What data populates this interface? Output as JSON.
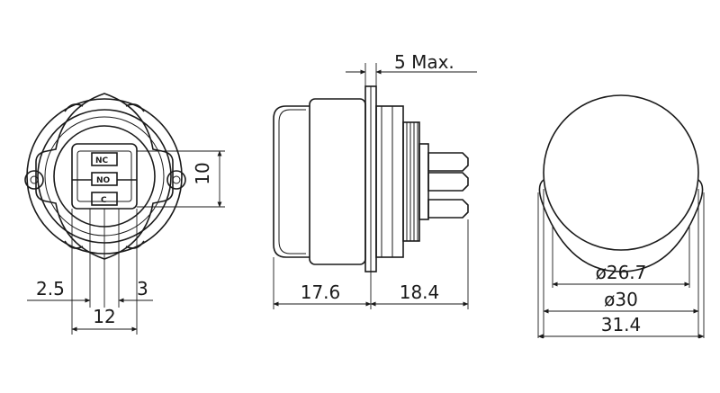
{
  "diagram": {
    "front_view": {
      "dim_height": "10",
      "dim_left": "2.5",
      "dim_right": "3",
      "dim_width": "12",
      "terminal_labels": [
        "NC",
        "NO",
        "C"
      ]
    },
    "side_view": {
      "dim_flange": "5 Max.",
      "dim_front": "17.6",
      "dim_back": "18.4"
    },
    "rear_view": {
      "dim_inner": "ø26.7",
      "dim_mid": "ø30",
      "dim_outer": "31.4"
    },
    "colors": {
      "line": "#1a1a1a",
      "background": "#ffffff"
    }
  }
}
